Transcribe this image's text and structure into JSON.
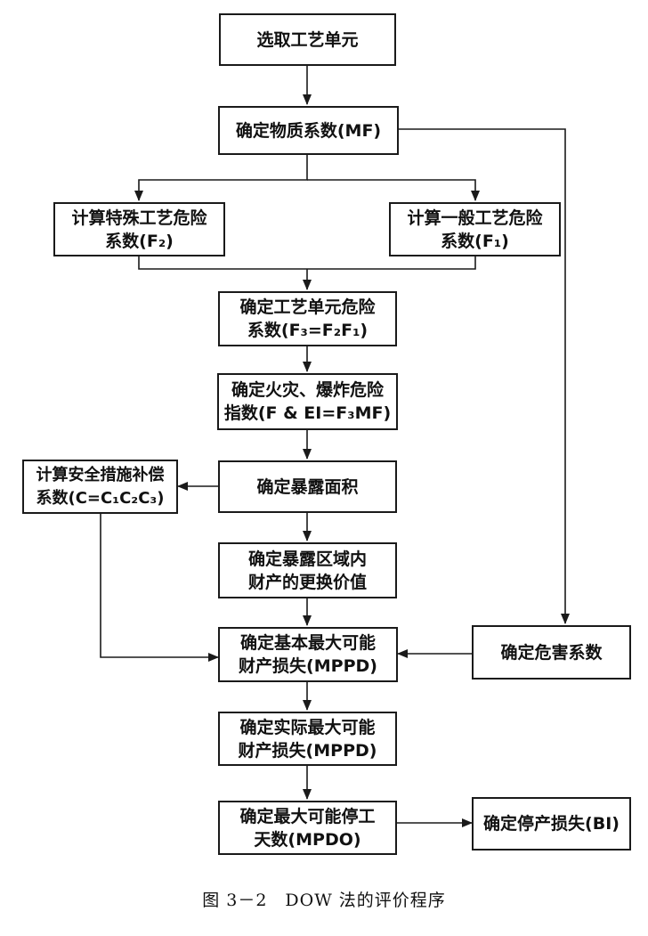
{
  "nodes": {
    "select_unit": "选取工艺单元",
    "material_factor": "确定物质系数(MF)",
    "special_hazard": "计算特殊工艺危险\n系数(F₂)",
    "general_hazard": "计算一般工艺危险\n系数(F₁)",
    "unit_hazard": "确定工艺单元危险\n系数(F₃=F₂F₁)",
    "fire_explosion_index": "确定火灾、爆炸危险\n指数(F & EI=F₃MF)",
    "safety_credit": "计算安全措施补偿\n系数(C=C₁C₂C₃)",
    "exposure_area": "确定暴露面积",
    "replacement_value": "确定暴露区域内\n财产的更换价值",
    "base_mppd": "确定基本最大可能\n财产损失(MPPD)",
    "damage_factor": "确定危害系数",
    "actual_mppd": "确定实际最大可能\n财产损失(MPPD)",
    "mpdo": "确定最大可能停工\n天数(MPDO)",
    "business_interruption": "确定停产损失(BI)"
  },
  "caption": "图 3－2　DOW 法的评价程序"
}
